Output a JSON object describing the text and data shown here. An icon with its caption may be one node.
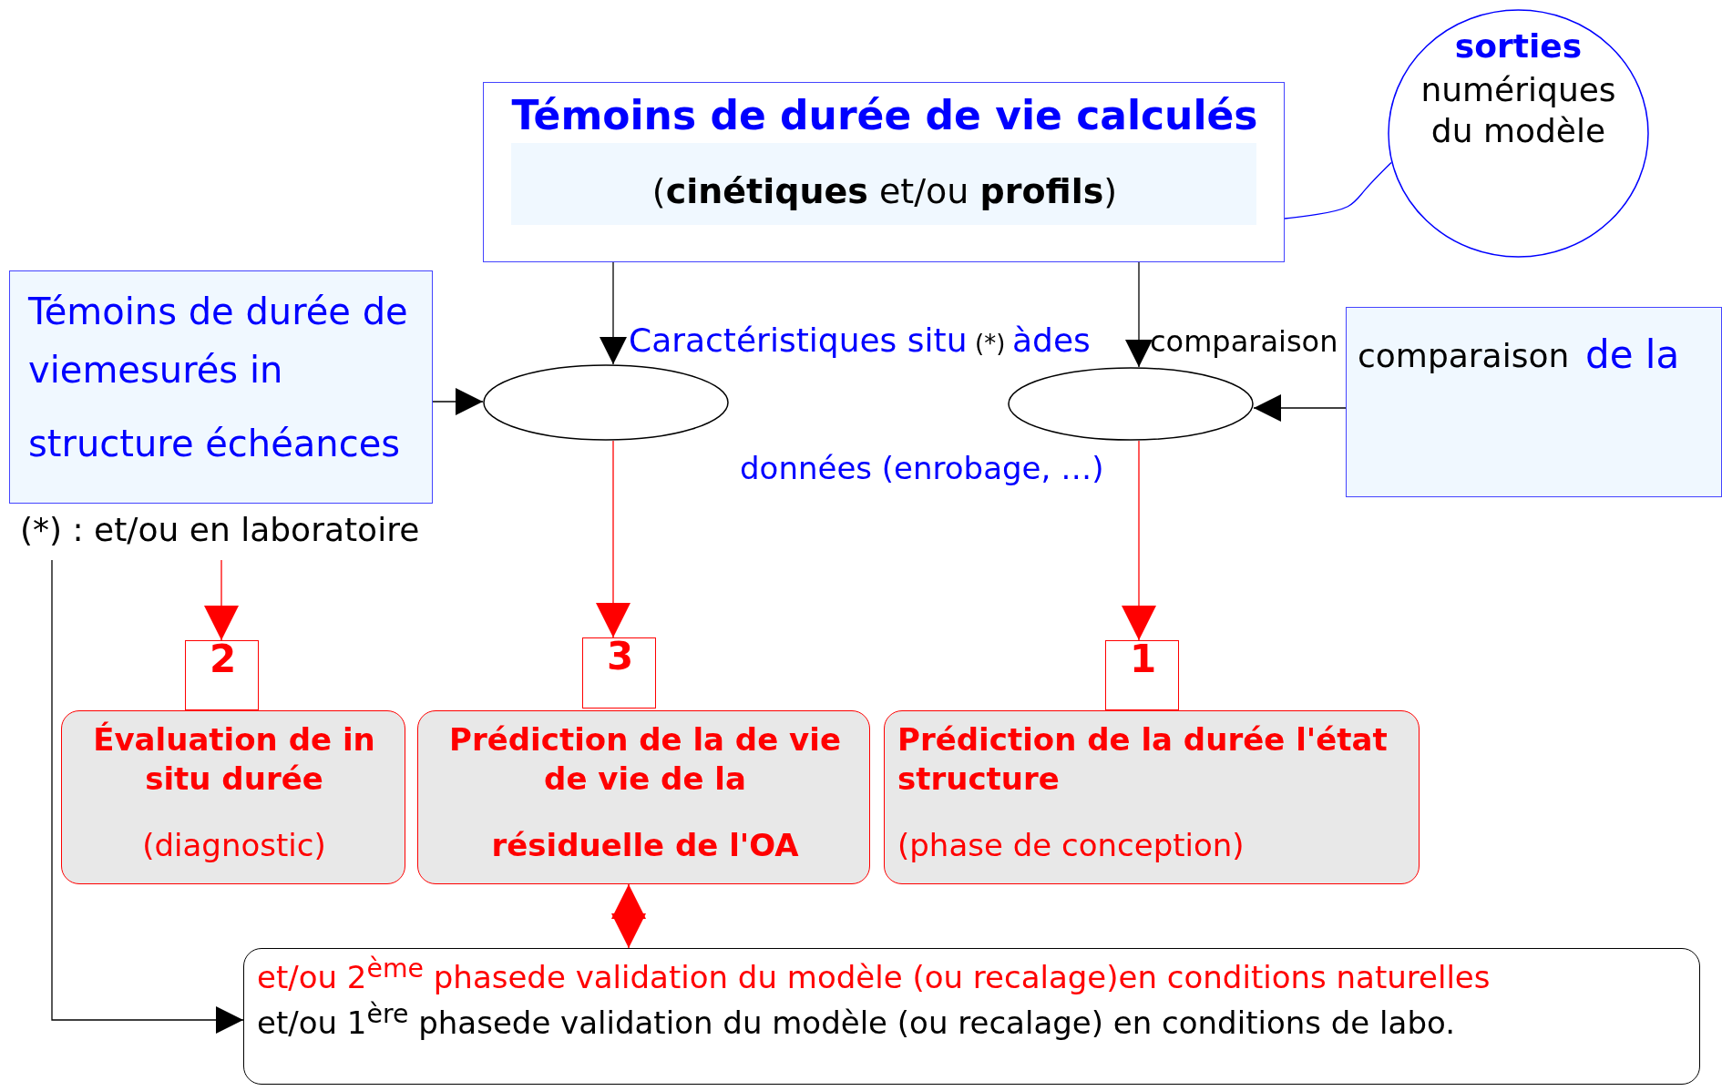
{
  "diagram": {
    "nodes": [
      {
        "text": [
          "Témoins de durée de vie calculés",
          "(**cinétiques** et/ou **profils**)"
        ]
      },
      {
        "text": [
          "sorties",
          "numériques du modèle"
        ]
      },
      {
        "text": [
          "Témoins de durée de viemesurés in",
          "structure échéances"
        ]
      },
      {
        "text": [],
        "shape": "circle"
      },
      {
        "text": [],
        "shape": "circle"
      },
      {
        "text": [
          "comparaison",
          "de la"
        ]
      },
      {
        "text": [
          "2"
        ]
      },
      {
        "text": [
          "3"
        ]
      },
      {
        "text": [
          "1"
        ]
      },
      {
        "text": [
          "Évaluation de in situ durée",
          "(diagnostic)"
        ]
      },
      {
        "text": [
          "Prédiction de la de vie de vie de la",
          "résiduelle de l'OA"
        ]
      },
      {
        "text": [
          "Prédiction de la durée l'état structure",
          "(phase de conception)"
        ]
      },
      {
        "text": [
          "et/ou 2$^{ème}$ phasede validation du modèle (ou recalage)en conditions naturelles",
          "et/ou 1$^{ère}$ phasede validation du modèle (ou recalage) en conditions de labo."
        ]
      }
    ],
    "edges": [
      {
        "from": 0,
        "to": 3,
        "arrow": "to"
      },
      {
        "from": 0,
        "to": 4,
        "arrow": "to"
      },
      {
        "from": 2,
        "to": 3,
        "arrow": "to"
      },
      {
        "from": 5,
        "to": 4,
        "arrow": "to"
      },
      {
        "from": 3,
        "to": 7,
        "arrow": "to",
        "color": "#ff0000"
      },
      {
        "from": 4,
        "to": 8,
        "arrow": "to",
        "color": "#ff0000"
      },
      {
        "from": null,
        "to": 6,
        "arrow": "to",
        "color": "#ff0000"
      },
      {
        "from": 10,
        "to": 12,
        "arrow": "both",
        "color": "#ff0000"
      },
      {
        "from": null,
        "to": 12,
        "arrow": "to"
      },
      {
        "from": 1,
        "to": 0,
        "arrow": "none",
        "color": "#0000ff"
      }
    ],
    "labels": [
      "Caractéristiques situ",
      "(*)",
      "àdes",
      "comparaison",
      "données (enrobage, …)",
      "(*) : et/ou en laboratoire"
    ]
  }
}
